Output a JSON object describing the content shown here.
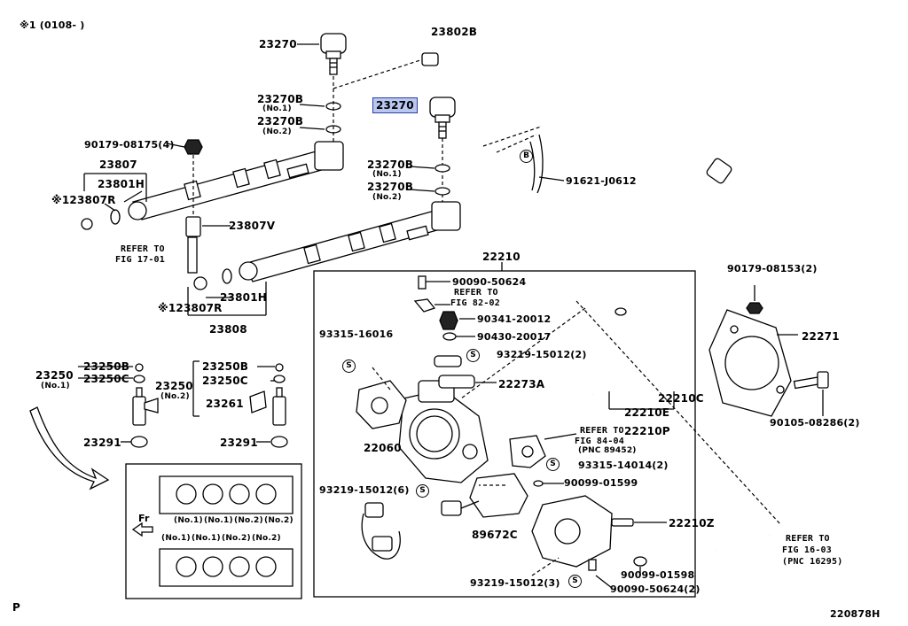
{
  "header_note": "※1 (0108-      )",
  "footer_left": "P",
  "footer_right": "220878H",
  "refer_to": "REFER TO",
  "labels": {
    "p23270_top": "23270",
    "p23802B": "23802B",
    "p23270_hl": "23270",
    "p23270B_no1_top": "23270B",
    "no1_a": "(No.1)",
    "p23270B_no2_top": "23270B",
    "no2_a": "(No.2)",
    "p90179_08175": "90179-08175(4)",
    "p23807": "23807",
    "p23801H_top": "23801H",
    "p123807R_top": "※123807R",
    "p23270B_no1_mid": "23270B",
    "no1_b": "(No.1)",
    "p23270B_no2_mid": "23270B",
    "no2_b": "(No.2)",
    "p91621": "91621-J0612",
    "p23807V": "23807V",
    "fig17": "FIG 17-01",
    "p22210": "22210",
    "p23801H_bot": "23801H",
    "p123807R_bot": "※123807R",
    "p23808": "23808",
    "p90179_08153": "90179-08153(2)",
    "p90090_50624_top": "90090-50624",
    "fig82": "FIG 82-02",
    "p90341": "90341-20012",
    "p93315_16016": "93315-16016",
    "p90430": "90430-20017",
    "p93219_15012_2": "93219-15012(2)",
    "p22273A": "22273A",
    "p22271": "22271",
    "p22210C": "22210C",
    "p22210E": "22210E",
    "p22210P": "22210P",
    "p90105": "90105-08286(2)",
    "p23250_left": "23250",
    "no1_c": "(No.1)",
    "p23250B_left": "23250B",
    "p23250C_left": "23250C",
    "p23250_right": "23250",
    "no2_c": "(No.2)",
    "p23250B_right": "23250B",
    "p23250C_right": "23250C",
    "p23261": "23261",
    "p22060": "22060",
    "fig84": "FIG 84-04",
    "pnc89452": "(PNC 89452)",
    "p93315_14014": "93315-14014(2)",
    "p90099_01599": "90099-01599",
    "p93219_15012_6": "93219-15012(6)",
    "p89672C": "89672C",
    "p22210Z": "22210Z",
    "fig16": "FIG 16-03",
    "pnc16295": "(PNC 16295)",
    "p90099_01598": "90099-01598",
    "p93219_15012_3": "93219-15012(3)",
    "p90090_50624_2": "90090-50624(2)",
    "p23291_left": "23291",
    "p23291_right": "23291",
    "fr": "Fr",
    "gasket_top_labels": [
      "(No.1)",
      "(No.1)",
      "(No.2)",
      "(No.2)"
    ],
    "gasket_bot_labels": [
      "(No.1)",
      "(No.1)",
      "(No.2)",
      "(No.2)"
    ],
    "s_badge": "S",
    "b_badge": "B"
  }
}
